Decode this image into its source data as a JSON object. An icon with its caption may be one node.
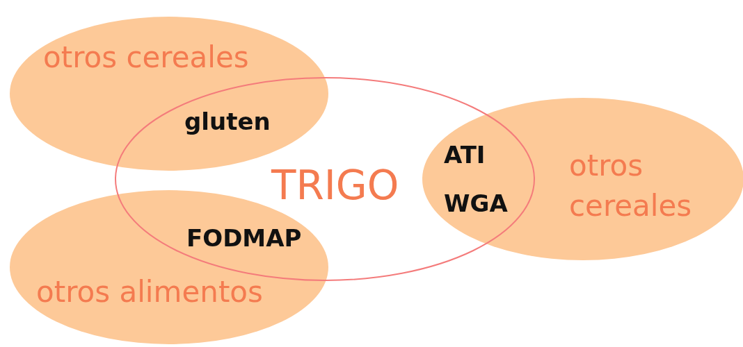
{
  "diagram": {
    "nodes": [
      {
        "text": [
          "otros cereales"
        ]
      },
      {
        "text": [
          "TRIGO"
        ]
      },
      {
        "text": [
          "otros cereales"
        ]
      },
      {
        "text": [
          "otros alimentos"
        ]
      }
    ],
    "labels": [
      "gluten",
      "ATI",
      "WGA",
      "FODMAP"
    ]
  }
}
